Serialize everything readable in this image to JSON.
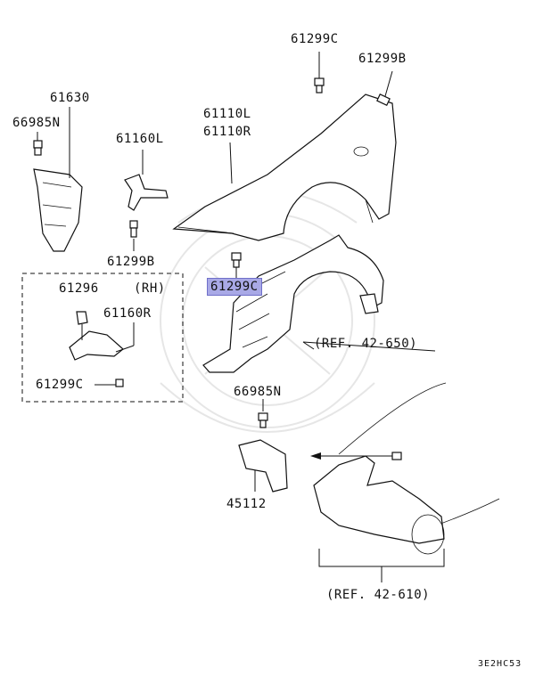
{
  "labels": {
    "p61299c_top": "61299C",
    "p61299b_top": "61299B",
    "p61630": "61630",
    "p66985n_left": "66985N",
    "p61110l": "61110L",
    "p61110r": "61110R",
    "p61160l": "61160L",
    "p61299b_left": "61299B",
    "p61296": "61296",
    "rh": "(RH)",
    "p61160r": "61160R",
    "p61299c_left": "61299C",
    "p61299c_highlight": "61299C",
    "ref_42_650": "(REF. 42-650)",
    "p66985n_mid": "66985N",
    "p45112": "45112",
    "ref_42_610": "(REF. 42-610)",
    "diagram_code": "3E2HC53"
  },
  "colors": {
    "highlight": "#a9a9e6",
    "line": "#111111",
    "watermark": "#e6e6e6"
  }
}
